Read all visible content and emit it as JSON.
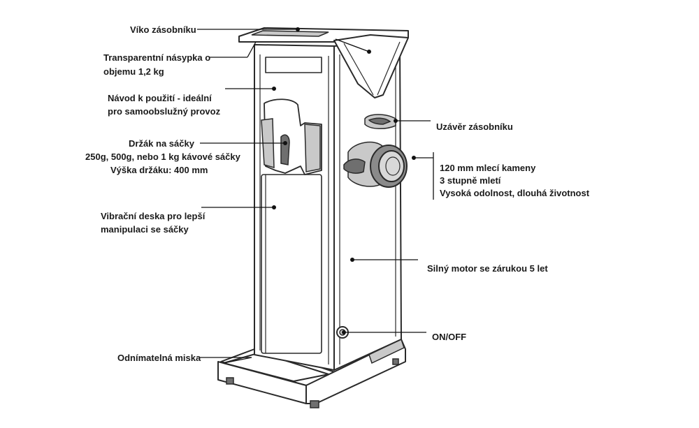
{
  "callouts": {
    "lid": "Víko zásobníku",
    "hopper": [
      "Transparentní násypka o",
      "objemu 1,2 kg"
    ],
    "manual": [
      "Návod k použití - ideální",
      "pro samoobslužný provoz"
    ],
    "bag_holder": [
      "Držák na sáčky",
      "250g, 500g, nebo 1 kg kávové sáčky",
      "Výška držáku: 400 mm"
    ],
    "plate": [
      "Vibrační deska pro lepší",
      "manipulaci se sáčky"
    ],
    "tray": "Odnímatelná miska",
    "shutter": "Uzávěr zásobníku",
    "burrs": [
      "120 mm mlecí kameny",
      "3 stupně mletí",
      "Vysoká odolnost, dlouhá životnost"
    ],
    "motor": "Silný motor se zárukou 5 let",
    "switch": "ON/OFF"
  }
}
